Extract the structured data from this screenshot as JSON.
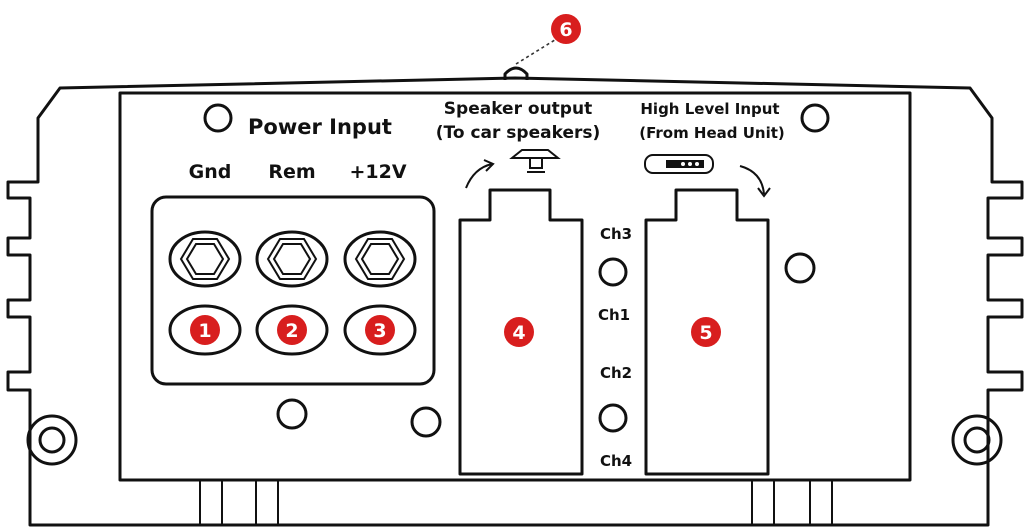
{
  "power": {
    "title": "Power Input",
    "terminals": [
      "Gnd",
      "Rem",
      "+12V"
    ]
  },
  "speaker": {
    "line1": "Speaker output",
    "line2": "(To car speakers)"
  },
  "highlevel": {
    "line1": "High Level Input",
    "line2": "(From Head Unit)"
  },
  "channels": [
    "Ch3",
    "Ch1",
    "Ch2",
    "Ch4"
  ],
  "callouts": [
    "1",
    "2",
    "3",
    "4",
    "5",
    "6"
  ],
  "colors": {
    "callout": "#d81e1e",
    "outline": "#111111",
    "background": "#ffffff"
  }
}
